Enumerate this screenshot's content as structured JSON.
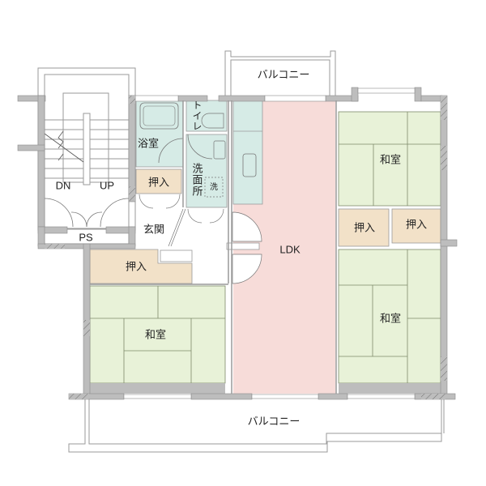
{
  "colors": {
    "wall": "#bdbdbd",
    "wall_edge": "#8c8c8c",
    "ldk": "#f7dcd9",
    "wet_area": "#d6ebe6",
    "storage": "#f2e1c8",
    "tatami": "#e8f2d8",
    "tatami_line": "#7d8a6a",
    "line": "#9a9a9a"
  },
  "rooms": {
    "ldk": "LDK",
    "washitsu_top_right": "和室",
    "washitsu_bottom_right": "和室",
    "washitsu_bottom_left": "和室",
    "oshiire_entry": "押入",
    "oshiire_left": "押入",
    "oshiire_right_1": "押入",
    "oshiire_right_2": "押入",
    "bathroom": "浴室",
    "toilet": "トイレ",
    "washroom": "洗面所",
    "washer": "洗",
    "entrance": "玄関",
    "pipe_space": "PS"
  },
  "balconies": {
    "top": "バルコニー",
    "bottom": "バルコニー"
  },
  "stairs": {
    "down": "DN",
    "up": "UP"
  }
}
